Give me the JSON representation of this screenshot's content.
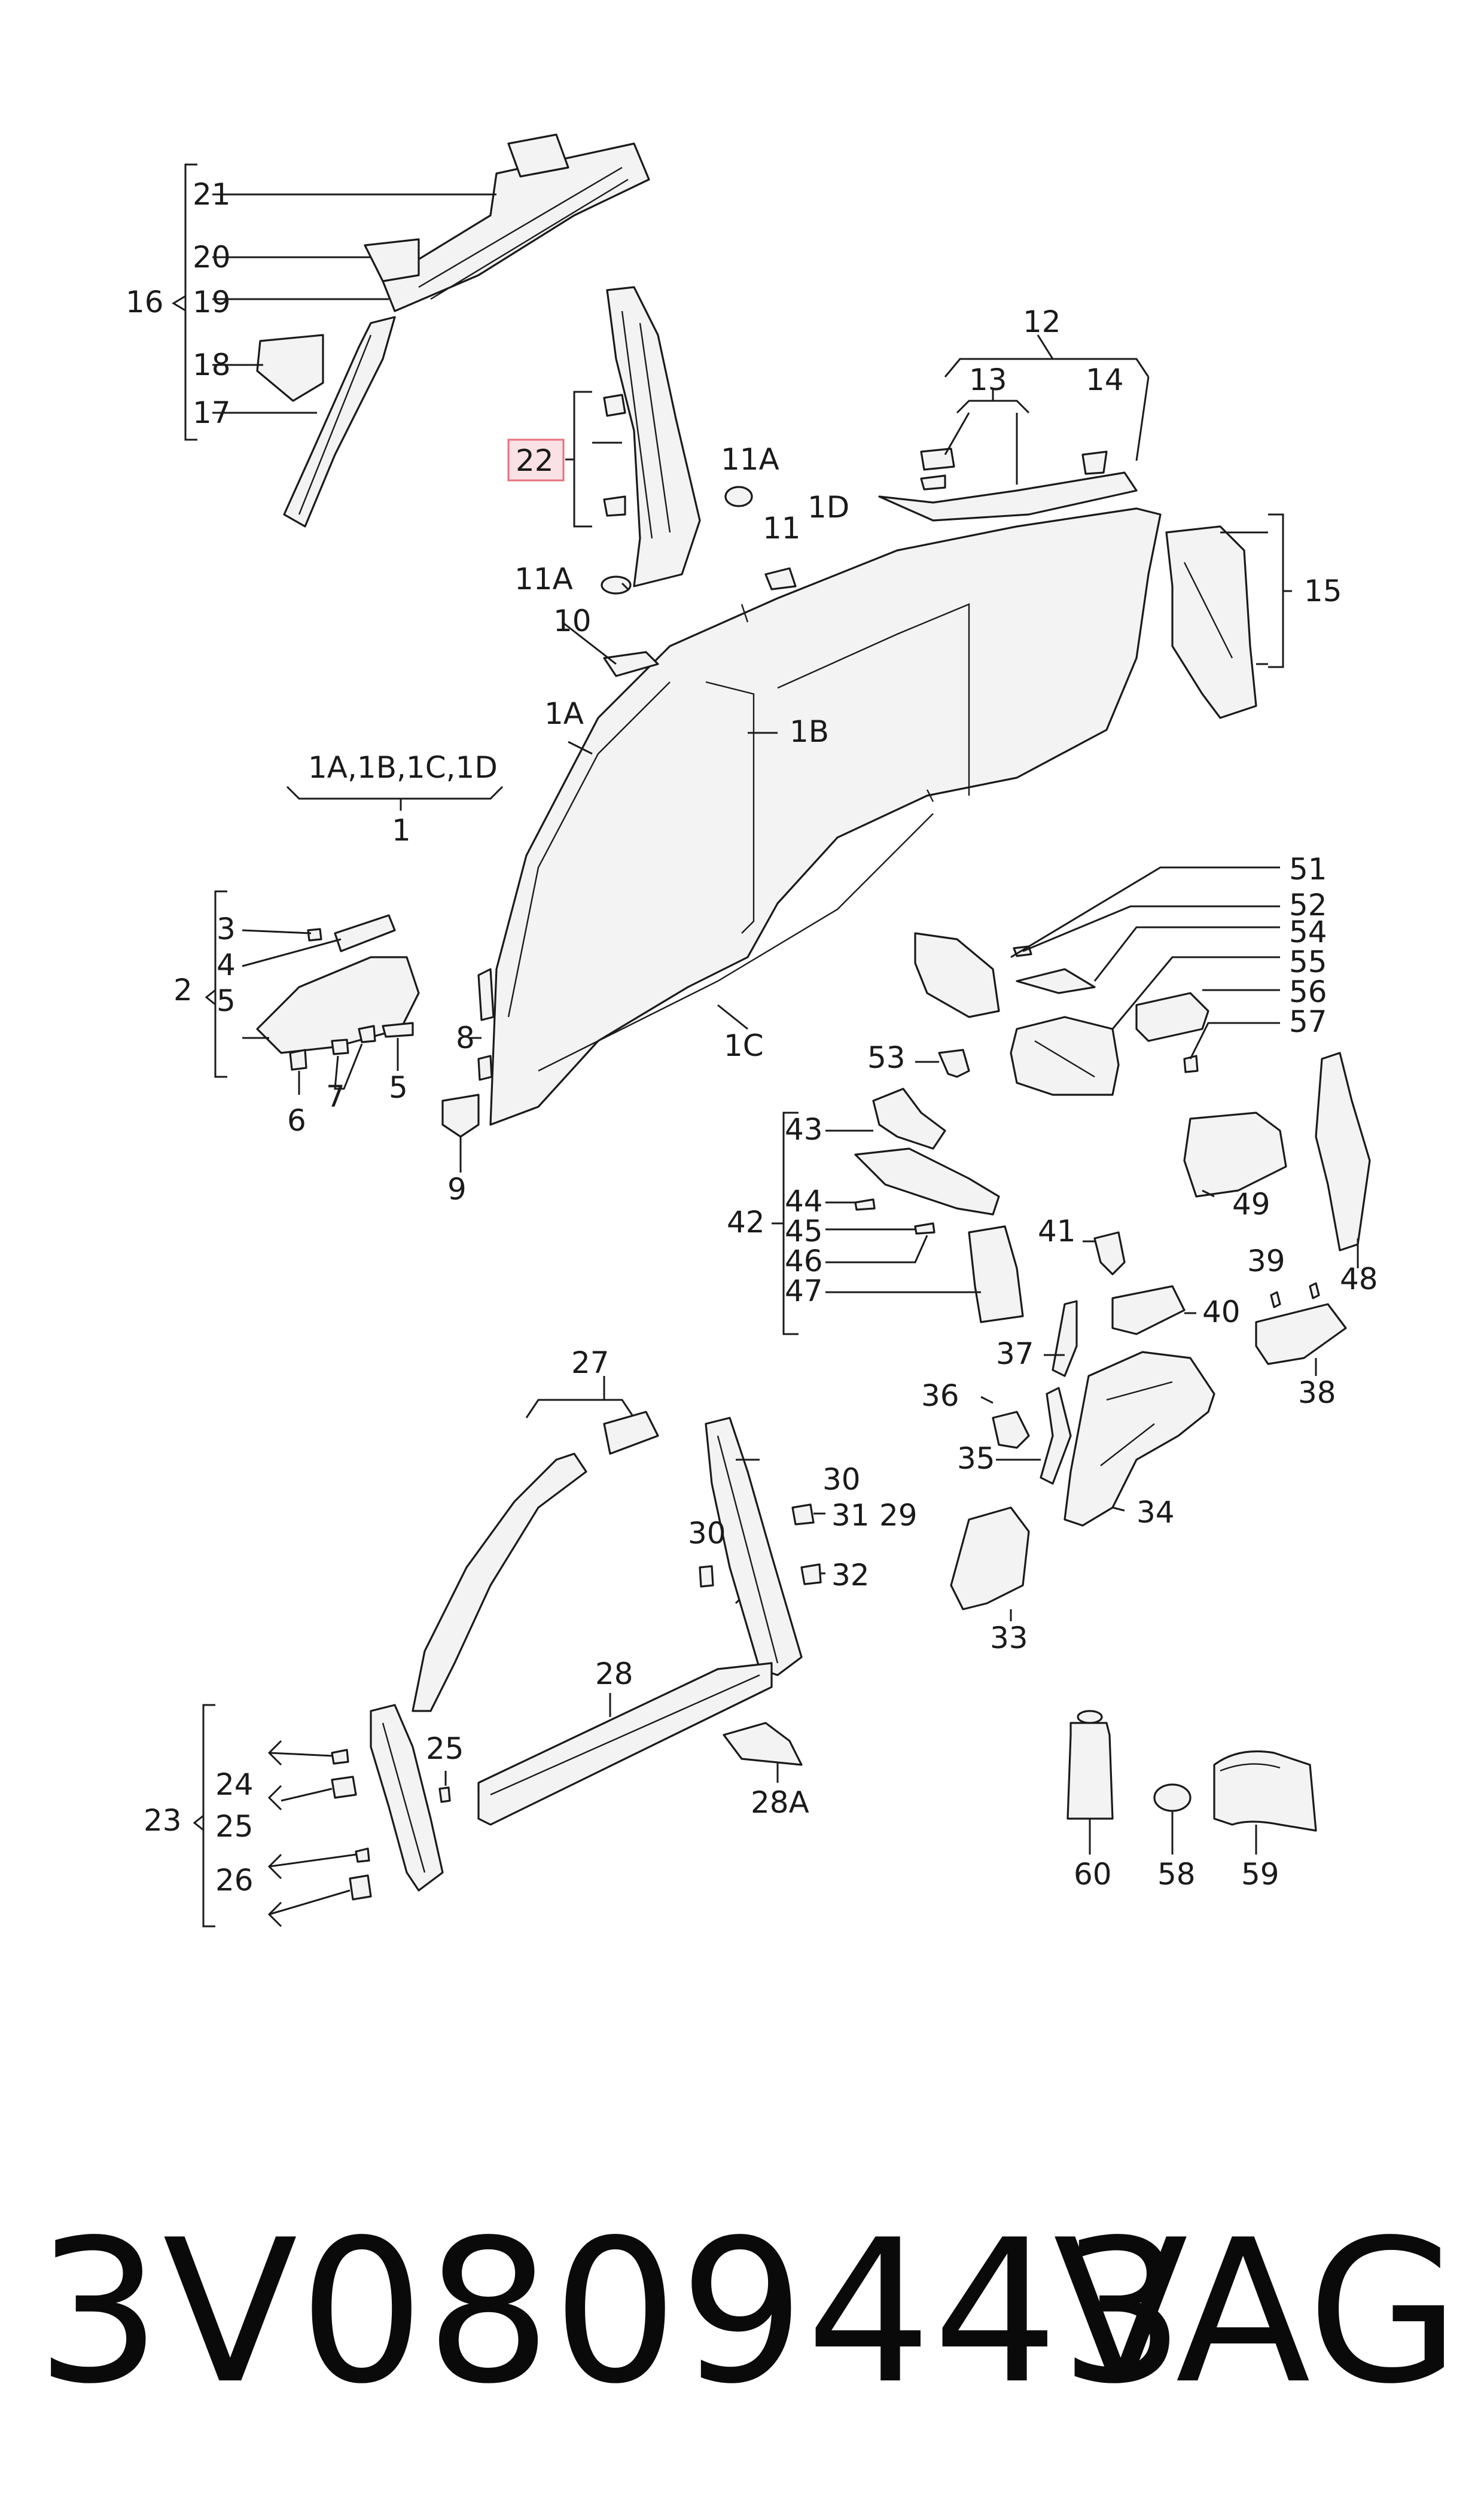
{
  "diagram": {
    "callouts": {
      "c21": "21",
      "c20": "20",
      "c16": "16",
      "c19": "19",
      "c18": "18",
      "c17": "17",
      "c22": "22",
      "c11a_top": "11A",
      "c11a_left": "11A",
      "c11": "11",
      "c1d": "1D",
      "c12": "12",
      "c13": "13",
      "c14": "14",
      "c15": "15",
      "c10": "10",
      "c1a": "1A",
      "c1b": "1B",
      "c1group": "1A,1B,1C,1D",
      "c1": "1",
      "c3": "3",
      "c4": "4",
      "c2": "2",
      "c5a": "5",
      "c5b": "5",
      "c6": "6",
      "c7": "7",
      "c8": "8",
      "c9": "9",
      "c1c": "1C",
      "c51": "51",
      "c52": "52",
      "c54": "54",
      "c55": "55",
      "c56": "56",
      "c57": "57",
      "c53": "53",
      "c43": "43",
      "c42": "42",
      "c44": "44",
      "c45": "45",
      "c46": "46",
      "c47": "47",
      "c41": "41",
      "c49": "49",
      "c48": "48",
      "c39": "39",
      "c40": "40",
      "c37": "37",
      "c38": "38",
      "c36": "36",
      "c35": "35",
      "c34": "34",
      "c33": "33",
      "c27": "27",
      "c30a": "30",
      "c30b": "30",
      "c31": "31",
      "c29": "29",
      "c32": "32",
      "c28": "28",
      "c28a": "28A",
      "c24": "24",
      "c25a": "25",
      "c25b": "25",
      "c23": "23",
      "c26": "26",
      "c60": "60",
      "c58": "58",
      "c59": "59"
    }
  },
  "footer": {
    "part_number": "3V0809443",
    "brand": "VAG"
  },
  "colors": {
    "highlight_fill": "#f9e1e5",
    "highlight_stroke": "#e8707f",
    "line": "#1a1a1a"
  }
}
